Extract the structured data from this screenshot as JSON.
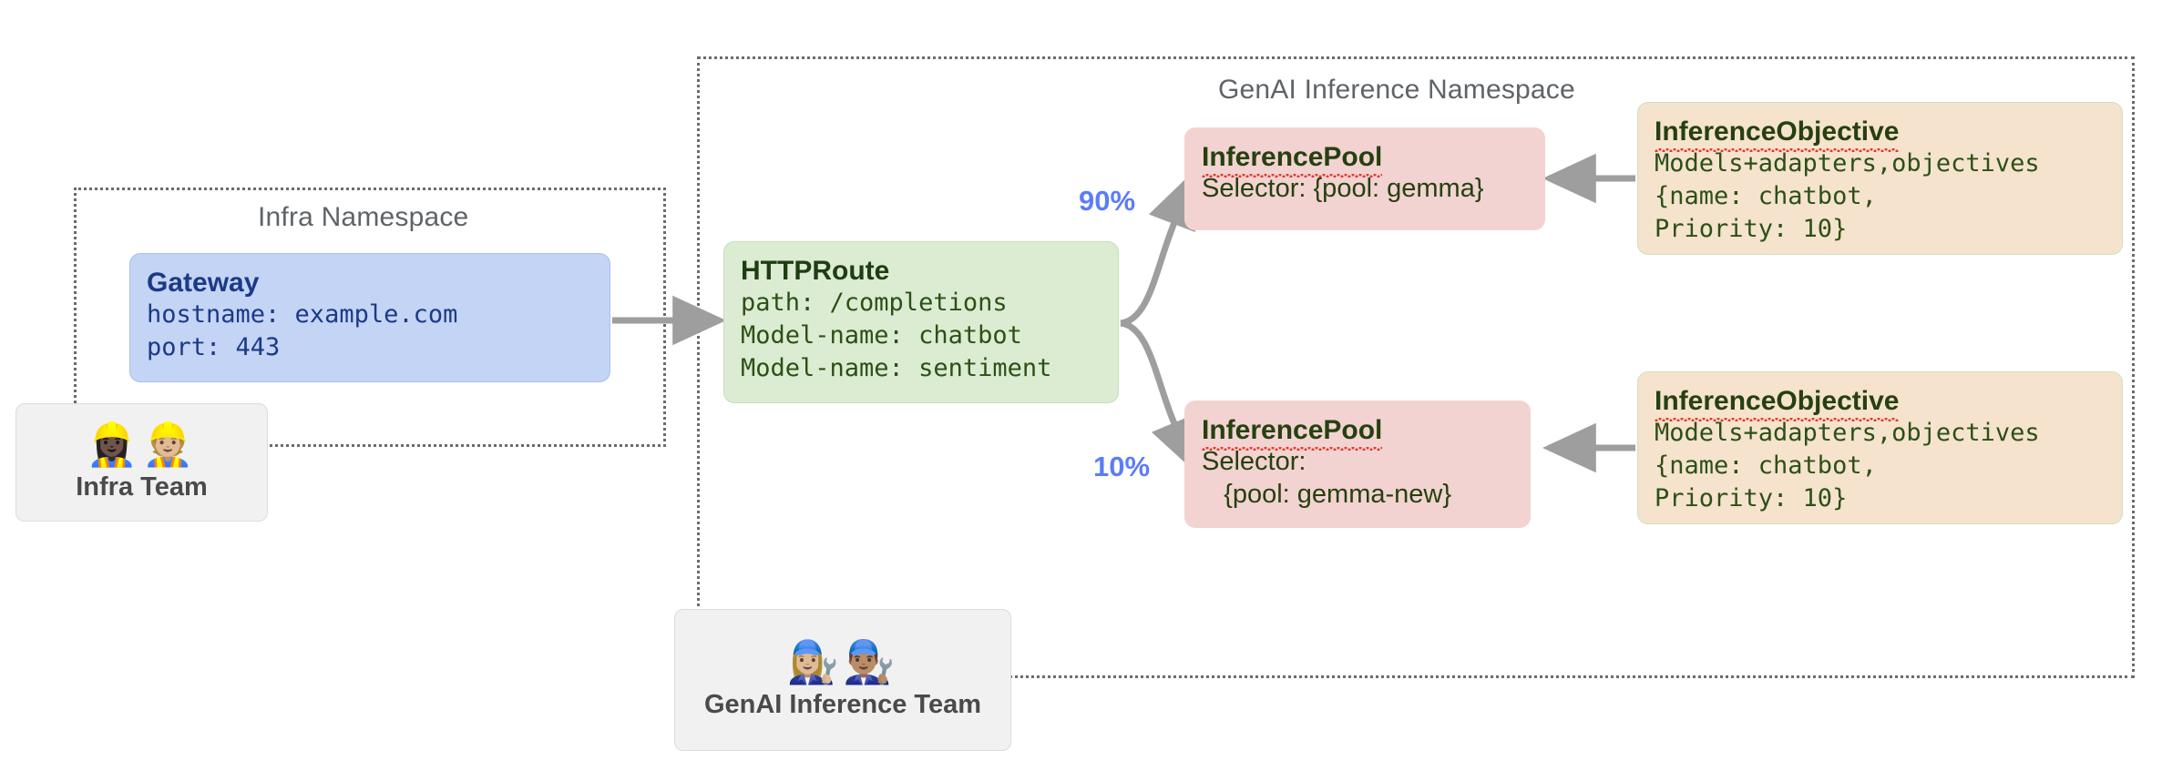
{
  "namespaces": [
    {
      "id": "infra",
      "label": "Infra Namespace"
    },
    {
      "id": "genai",
      "label": "GenAI Inference Namespace"
    }
  ],
  "gateway": {
    "title": "Gateway",
    "lines": "hostname: example.com\nport: 443"
  },
  "httproute": {
    "title": "HTTPRoute",
    "lines": "path: /completions\nModel-name: chatbot\nModel-name: sentiment"
  },
  "pools": [
    {
      "title": "InferencePool",
      "lines": "Selector: {pool: gemma}",
      "weight": "90%"
    },
    {
      "title": "InferencePool",
      "lines": "Selector:\n   {pool: gemma-new}",
      "weight": "10%"
    }
  ],
  "objectives": [
    {
      "title": "InferenceObjective",
      "lines": "Models+adapters,objectives\n{name: chatbot,\nPriority: 10}"
    },
    {
      "title": "InferenceObjective",
      "lines": "Models+adapters,objectives\n{name: chatbot,\nPriority: 10}"
    }
  ],
  "teams": [
    {
      "id": "infra-team",
      "label": "Infra Team",
      "emojis": "👷🏿‍♀️👷🏼"
    },
    {
      "id": "genai-team",
      "label": "GenAI Inference Team",
      "emojis": "👩🏼‍🔧👨🏽‍🔧"
    }
  ],
  "colors": {
    "gateway_fill": "#c3d4f5",
    "route_fill": "#dcecd2",
    "pool_fill": "#f2d3d1",
    "objective_fill": "#f5e3cd",
    "arrow": "#9e9e9e",
    "weight_text": "#5b7cfa",
    "namespace_border": "#6b6b6b",
    "team_fill": "#f1f1f1"
  },
  "icons": {
    "arrow": "arrow-right-icon",
    "branch": "branch-arrow-icon"
  }
}
